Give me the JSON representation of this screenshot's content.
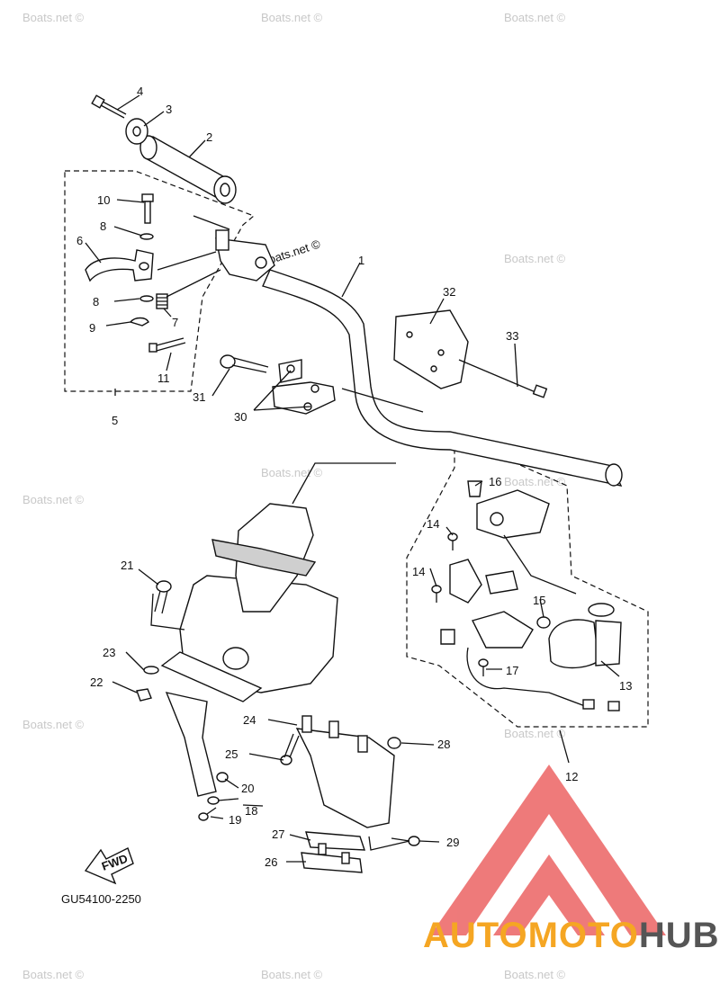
{
  "watermark": "Boats.net ©",
  "diagram_code": "GU54100-2250",
  "fwd_label": "FWD",
  "logo": {
    "part1": "AUTOMOTO",
    "part2": "HUB",
    "accent_color": "#f5a623",
    "dark_color": "#555555",
    "triangle_color": "#e94e4e"
  },
  "callouts": {
    "c1": "1",
    "c2": "2",
    "c3": "3",
    "c4": "4",
    "c5": "5",
    "c6": "6",
    "c7": "7",
    "c8a": "8",
    "c8b": "8",
    "c9": "9",
    "c10": "10",
    "c11": "11",
    "c12": "12",
    "c13": "13",
    "c14a": "14",
    "c14b": "14",
    "c15": "15",
    "c16": "16",
    "c17": "17",
    "c18": "18",
    "c19": "19",
    "c20": "20",
    "c21": "21",
    "c22": "22",
    "c23": "23",
    "c24": "24",
    "c25": "25",
    "c26": "26",
    "c27": "27",
    "c28": "28",
    "c29": "29",
    "c30": "30",
    "c31": "31",
    "c32": "32",
    "c33": "33"
  }
}
